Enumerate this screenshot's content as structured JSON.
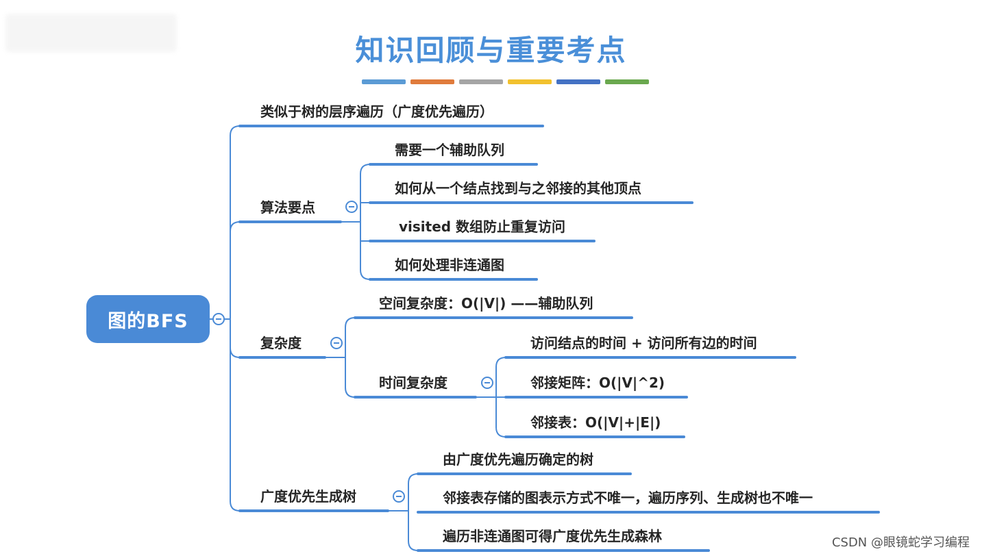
{
  "title": "知识回顾与重要考点",
  "swatch_colors": [
    "#5b9bd5",
    "#e07b3c",
    "#a5a5a5",
    "#f2c12e",
    "#4472c4",
    "#6aa84f"
  ],
  "line_color": "#4a8ad6",
  "root": {
    "label": "图的BFS"
  },
  "branches": [
    {
      "label": "类似于树的层序遍历（广度优先遍历）"
    },
    {
      "label": "算法要点",
      "children": [
        {
          "label": "需要一个辅助队列"
        },
        {
          "label": "如何从一个结点找到与之邻接的其他顶点"
        },
        {
          "label": "visited 数组防止重复访问"
        },
        {
          "label": "如何处理非连通图"
        }
      ]
    },
    {
      "label": "复杂度",
      "children": [
        {
          "label": "空间复杂度：O(|V|) ——辅助队列"
        },
        {
          "label": "时间复杂度",
          "children": [
            {
              "label": "访问结点的时间 + 访问所有边的时间"
            },
            {
              "label": "邻接矩阵：O(|V|^2)"
            },
            {
              "label": "邻接表：O(|V|+|E|)"
            }
          ]
        }
      ]
    },
    {
      "label": "广度优先生成树",
      "children": [
        {
          "label": "由广度优先遍历确定的树"
        },
        {
          "label": "邻接表存储的图表示方式不唯一，遍历序列、生成树也不唯一"
        },
        {
          "label": "遍历非连通图可得广度优先生成森林"
        }
      ]
    }
  ],
  "watermark": "CSDN @眼镜蛇学习编程"
}
